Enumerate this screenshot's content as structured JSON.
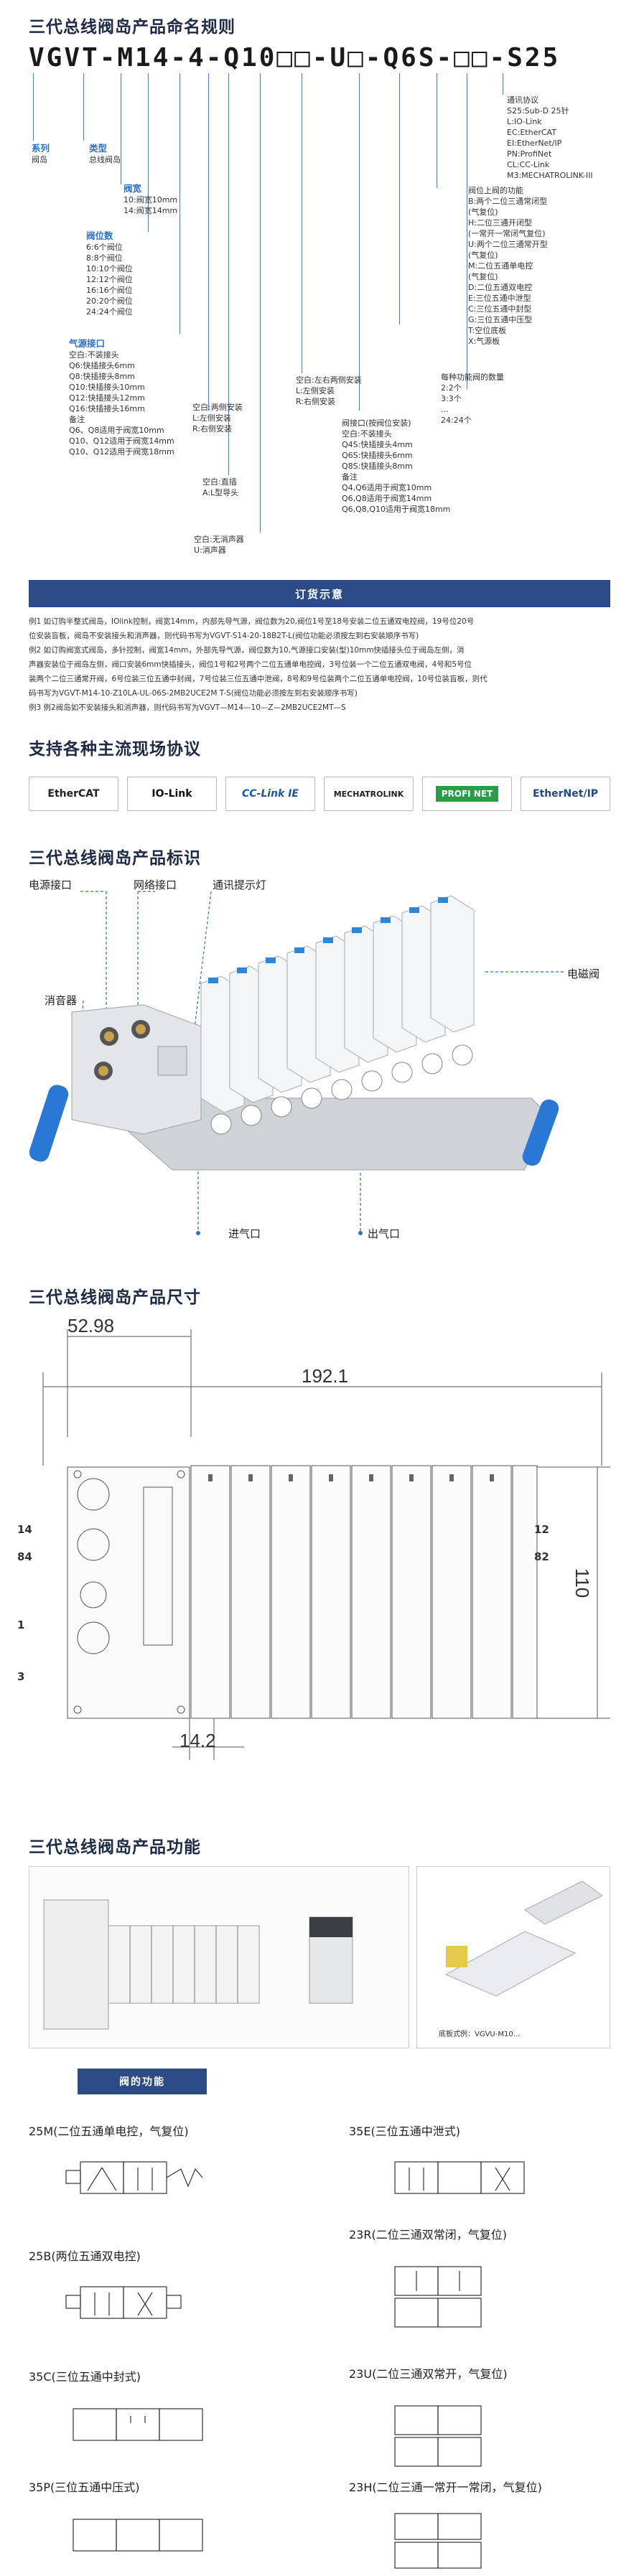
{
  "naming": {
    "title": "三代总线阀岛产品命名规则",
    "code": "VGVT-M14-4-Q10□□-U□-Q6S-□□-S25",
    "series": {
      "label": "系列",
      "desc": "阀岛"
    },
    "type": {
      "label": "类型",
      "desc": "总线阀岛"
    },
    "width": {
      "label": "阀宽",
      "lines": [
        "10:阀宽10mm",
        "14:阀宽14mm"
      ]
    },
    "count": {
      "label": "阀位数",
      "lines": [
        "6:6个阀位",
        "8:8个阀位",
        "10:10个阀位",
        "12:12个阀位",
        "16:16个阀位",
        "20:20个阀位",
        "24:24个阀位"
      ]
    },
    "air_in": {
      "label": "气源接口",
      "lines": [
        "空白:不装接头",
        "Q6:快插接头6mm",
        "Q8:快插接头8mm",
        "Q10:快插接头10mm",
        "Q12:快插接头12mm",
        "Q16:快插接头16mm",
        "备注",
        "Q6、Q8适用于阀宽10mm",
        "Q10、Q12适用于阀宽14mm",
        "Q10、Q12适用于阀宽18mm"
      ]
    },
    "side_mount": {
      "lines": [
        "空白:两侧安装",
        "L:左侧安装",
        "R:右侧安装"
      ]
    },
    "rail": {
      "lines": [
        "空白:直插",
        "A:L型导头"
      ]
    },
    "muffler": {
      "lines": [
        "空白:无消声器",
        "U:消声器"
      ]
    },
    "mount2": {
      "lines": [
        "空白:左右两侧安装",
        "L:左侧安装",
        "R:右侧安装"
      ]
    },
    "port": {
      "lines": [
        "阀接口(按阀位安装)",
        "空白:不装接头",
        "Q4S:快插接头4mm",
        "Q6S:快插接头6mm",
        "Q8S:快插接头8mm",
        "备注",
        "Q4,Q6适用于阀宽10mm",
        "Q6,Q8适用于阀宽14mm",
        "Q6,Q8,Q10适用于阀宽18mm"
      ]
    },
    "valve_func": {
      "lines": [
        "阀位上阀的功能",
        "B:两个二位三通常闭型",
        "(气复位)",
        "H:二位三通开闭型",
        "(一常开一常闭气复位)",
        "U:两个二位三通常开型",
        "(气复位)",
        "M:二位五通单电控",
        "(气复位)",
        "D:二位五通双电控",
        "E:三位五通中泄型",
        "C:三位五通中封型",
        "G:三位五通中压型",
        "T:空位底板",
        "X:气源板"
      ]
    },
    "func_count": {
      "lines": [
        "每种功能阀的数量",
        "2:2个",
        "3:3个",
        "...",
        "24:24个"
      ]
    },
    "protocol": {
      "lines": [
        "通讯协议",
        "S25:Sub-D 25针",
        "L:IO-Link",
        "EC:EtherCAT",
        "EI:EtherNet/IP",
        "PN:ProfiNet",
        "CL:CC-Link",
        "M3:MECHATROLINK-III"
      ]
    }
  },
  "order": {
    "title": "订货示意",
    "lines": [
      "例1 如订购半整式阀岛，IOlink控制，阀宽14mm，内部先导气源，阀位数为20,阀位1号至18号安装二位五通双电控阀，19号位20号",
      "位安装盲板，阀岛不安装接头和消声器，则代码书写为VGVT-S14-20-18B2T-L(阀位功能必须按左到右安装顺序书写)",
      "例2 如订购阀宽式阀岛，多针控制，阀宽14mm，外部先导气源，阀位数为10,气源接口安装(型)10mm快插接头位于阀岛左侧，消",
      "声器安装位于阀岛左侧，阀口安装6mm快插接头，阀位1号和2号两个二位五通单电控阀，3号位装一个二位五通双电阀，4号和5号位",
      "装两个二位三通常开阀，6号位装三位五通中封阀，7号位装三位五通中泄阀，8号和9号位装两个二位五通单电控阀，10号位装盲板，则代",
      "码书写为VGVT-M14-10-Z10LA-UL-06S-2MB2UCE2M T-S(阀位功能必须按左到右安装顺序书写)",
      "例3 例2阀岛如不安装接头和消声器，则代码书写为VGVT—M14—10—Z—2MB2UCE2MT—S"
    ]
  },
  "protocols": {
    "title": "支持各种主流现场协议",
    "items": [
      "EtherCAT",
      "IO-Link",
      "CC-Link IE",
      "MECHATROLINK",
      "PROFI NET",
      "EtherNet/IP"
    ]
  },
  "labels": {
    "title": "三代总线阀岛产品标识",
    "power": "电源接口",
    "network": "网络接口",
    "indicator": "通讯提示灯",
    "solenoid": "电磁阀",
    "muffler": "消音器",
    "inlet": "进气口",
    "outlet": "出气口"
  },
  "dims": {
    "title": "三代总线阀岛产品尺寸",
    "w1": "52.98",
    "w2": "192.1",
    "h": "110",
    "pitch": "14.2",
    "port_labels": [
      "14",
      "84",
      "12",
      "82",
      "1",
      "3"
    ]
  },
  "function": {
    "title": "三代总线阀岛产品功能",
    "caption": "底板式例：VGVU-M10...",
    "bar": "阀的功能",
    "valves": [
      {
        "name": "25M(二位五通单电控，气复位)"
      },
      {
        "name": "35E(三位五通中泄式)"
      },
      {
        "name": "25B(两位五通双电控)"
      },
      {
        "name": "23R(二位三通双常闭，气复位)"
      },
      {
        "name": "35C(三位五通中封式)"
      },
      {
        "name": "23U(二位三通双常开，气复位)"
      },
      {
        "name": "35P(三位五通中压式)"
      },
      {
        "name": "23H(二位三通一常开一常闭，气复位)"
      }
    ]
  }
}
